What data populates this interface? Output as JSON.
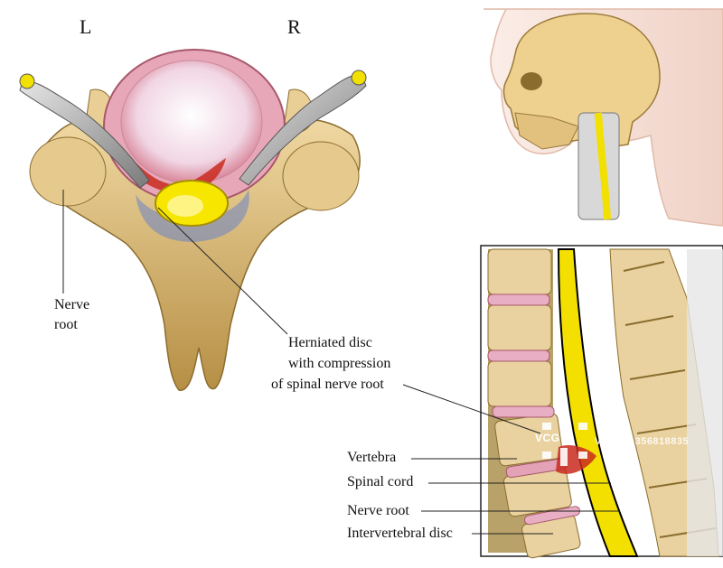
{
  "side_labels": {
    "left": "L",
    "right": "R"
  },
  "labels": {
    "nerve_root_top": "Nerve",
    "nerve_root_bottom": "root",
    "herniated_line1": "Herniated disc",
    "herniated_line2": "with compression",
    "herniated_line3": "of spinal nerve root",
    "vertebra": "Vertebra",
    "spinal_cord": "Spinal cord",
    "nerve_root": "Nerve root",
    "intervertebral_disc": "Intervertebral disc"
  },
  "watermark": {
    "logo": "VCG",
    "text": "VCG211356818835"
  },
  "colors": {
    "bone": "#d9b978",
    "bone_dark": "#a98a45",
    "disc": "#f3c9cf",
    "disc_core": "#f4eef3",
    "cord": "#f2e000",
    "nerve": "#9a9a9a",
    "blood": "#c92a1f",
    "skin": "#f6e3d9"
  }
}
